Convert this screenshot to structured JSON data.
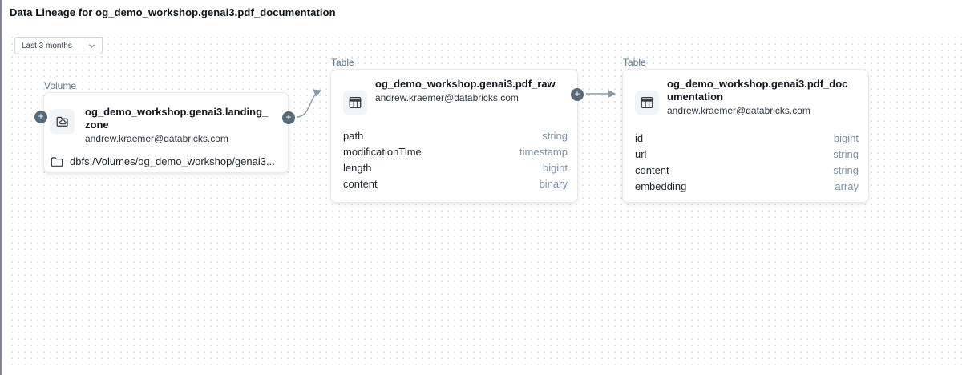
{
  "page": {
    "title": "Data Lineage for og_demo_workshop.genai3.pdf_documentation"
  },
  "toolbar": {
    "time_filter": "Last 3 months"
  },
  "icons": {
    "plus": "+"
  },
  "colors": {
    "edge": "#8799a8",
    "plus_button": "#566a7a",
    "type_text": "#7d92a6",
    "kind_label": "#5d7489",
    "dot_grid": "#dde4ea"
  },
  "nodes": [
    {
      "kind": "Volume",
      "name": "og_demo_workshop.genai3.landing_zone",
      "owner": "andrew.kraemer@databricks.com",
      "path": "dbfs:/Volumes/og_demo_workshop/genai3..."
    },
    {
      "kind": "Table",
      "name": "og_demo_workshop.genai3.pdf_raw",
      "owner": "andrew.kraemer@databricks.com",
      "columns": [
        {
          "name": "path",
          "type": "string"
        },
        {
          "name": "modificationTime",
          "type": "timestamp"
        },
        {
          "name": "length",
          "type": "bigint"
        },
        {
          "name": "content",
          "type": "binary"
        }
      ]
    },
    {
      "kind": "Table",
      "name": "og_demo_workshop.genai3.pdf_documentation",
      "owner": "andrew.kraemer@databricks.com",
      "columns": [
        {
          "name": "id",
          "type": "bigint"
        },
        {
          "name": "url",
          "type": "string"
        },
        {
          "name": "content",
          "type": "string"
        },
        {
          "name": "embedding",
          "type": "array"
        }
      ]
    }
  ]
}
